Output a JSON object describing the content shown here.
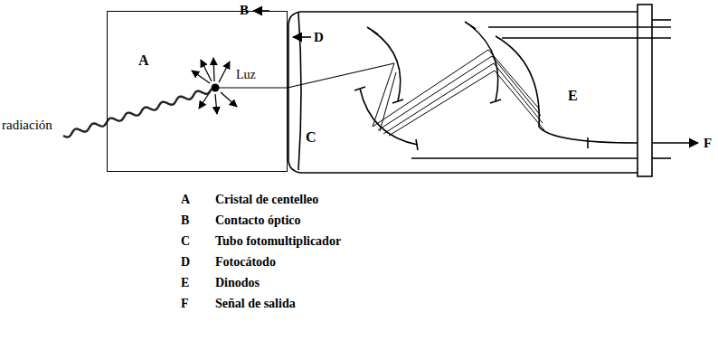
{
  "diagram": {
    "nodes": [
      {
        "text": [
          "A"
        ]
      },
      {
        "text": [
          "C"
        ]
      }
    ],
    "labels": [
      "radiación",
      "B",
      "D",
      "Luz",
      "E",
      "F",
      "A",
      "Cristal de centelleo",
      "B",
      "Contacto óptico",
      "C",
      "Tubo fotomultiplicador",
      "D",
      "Fotocátodo",
      "E",
      "Dinodos",
      "F",
      "Señal de salida"
    ]
  }
}
